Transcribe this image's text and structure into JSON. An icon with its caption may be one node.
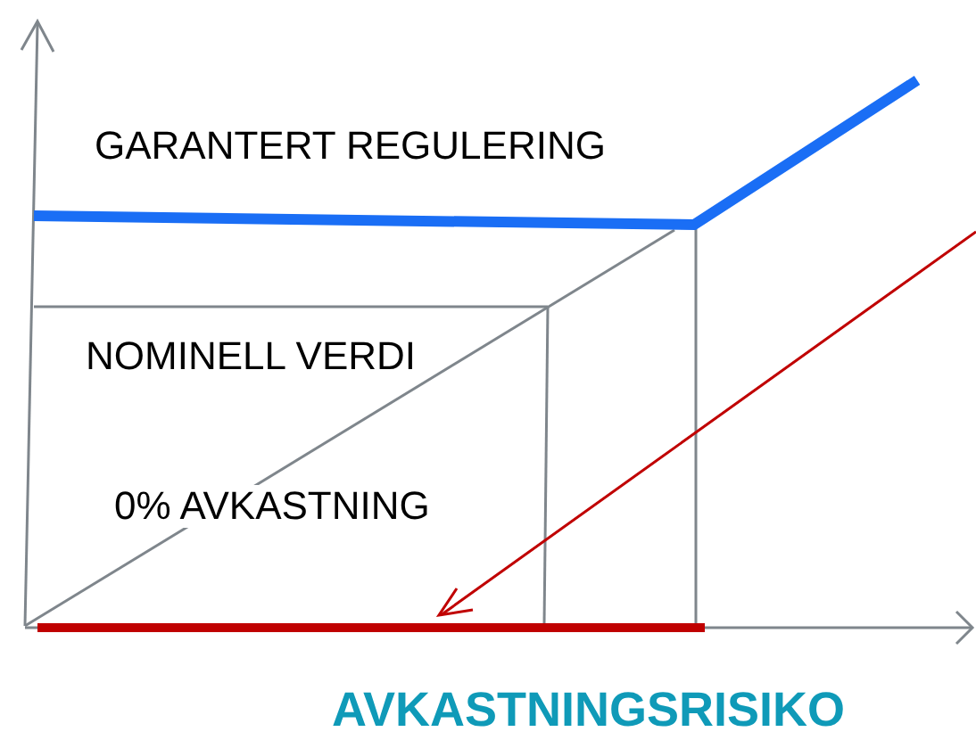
{
  "diagram": {
    "caption": "AVKASTNINGSRISIKO",
    "labels": [
      "GARANTERT REGULERING",
      "NOMINELL VERDI",
      "0% AVKASTNING"
    ]
  }
}
